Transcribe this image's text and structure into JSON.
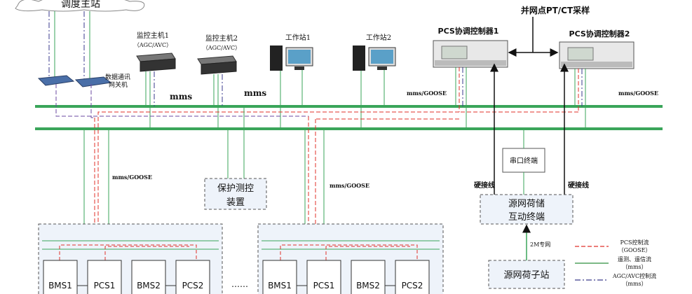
{
  "cloud": {
    "label": "调度主站"
  },
  "top_label": "并网点PT/CT采样",
  "devices": {
    "gateway": {
      "label_line1": "数据通讯",
      "label_line2": "网关机"
    },
    "monitor1": {
      "label": "监控主机1",
      "sub": "（AGC/AVC）"
    },
    "monitor2": {
      "label": "监控主机2",
      "sub": "（AGC/AVC）"
    },
    "workstation1": {
      "label": "工作站1"
    },
    "workstation2": {
      "label": "工作站2"
    },
    "pcs_ctrl1": {
      "label": "PCS协调控制器1"
    },
    "pcs_ctrl2": {
      "label": "PCS协调控制器2"
    }
  },
  "bus_labels": {
    "mms_left": "mms",
    "mms_right": "mms",
    "mms_goose_ctrl1": "mms/GOOSE",
    "mms_goose_ctrl2": "mms/GOOSE",
    "mms_goose_left_bay": "mms/GOOSE",
    "mms_goose_right_bay": "mms/GOOSE"
  },
  "boxes": {
    "protection": {
      "line1": "保护测控",
      "line2": "装置"
    },
    "serial": {
      "label": "串口终端"
    },
    "interaction": {
      "line1": "源网荷储",
      "line2": "互动终端"
    },
    "substation": {
      "label": "源网荷子站"
    }
  },
  "wire_labels": {
    "hardwire1": "硬接线",
    "hardwire2": "硬接线",
    "dedicated": "2M专网"
  },
  "bays": [
    {
      "units": [
        "BMS1",
        "PCS1",
        "BMS2",
        "PCS2"
      ]
    },
    {
      "units": [
        "BMS1",
        "PCS1",
        "BMS2",
        "PCS2"
      ]
    }
  ],
  "ellipsis": "……",
  "legend": [
    {
      "line1": "PCS控制流",
      "line2": "（GOOSE）",
      "color": "#e0302a",
      "style": "dashed"
    },
    {
      "line1": "遥测、遥信流",
      "line2": "（mms）",
      "color": "#2f8f3f",
      "style": "solid"
    },
    {
      "line1": "AGC/AVC控制流",
      "line2": "（mms）",
      "color": "#3a3a8c",
      "style": "dashdot"
    }
  ],
  "colors": {
    "bus": "#3aa55a",
    "red": "#e0302a",
    "purple": "#6b4aa0",
    "green": "#3aa55a",
    "box_fill": "#eef3fa"
  }
}
